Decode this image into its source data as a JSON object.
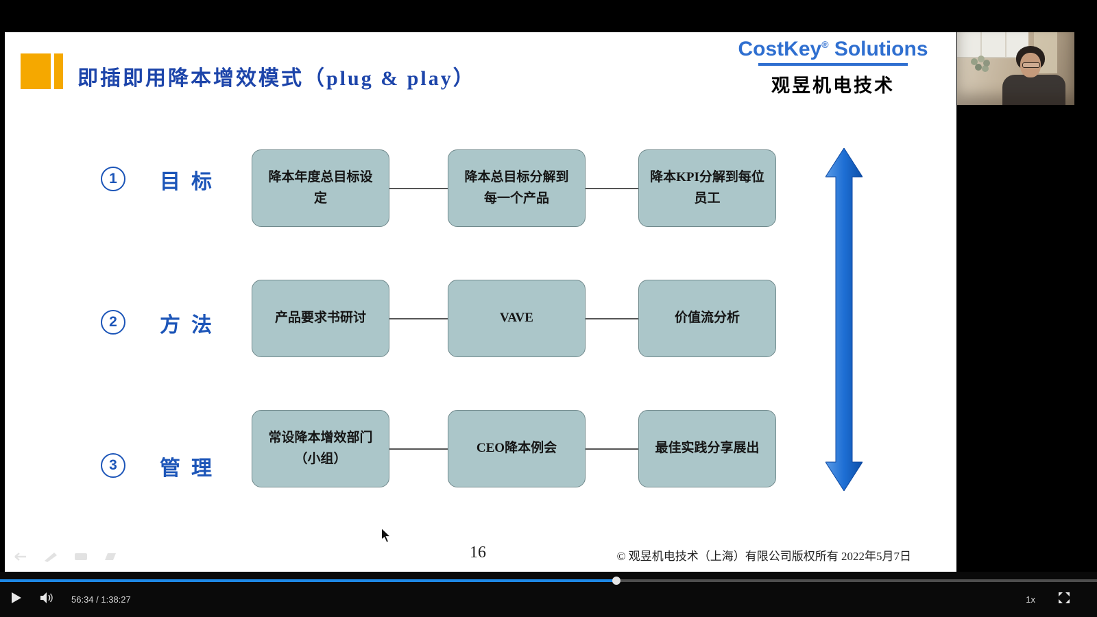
{
  "player": {
    "time": "56:34 / 1:38:27",
    "speed": "1x",
    "progress_pct": 56.2
  },
  "slide": {
    "title": "即插即用降本增效模式（plug & play）",
    "brand": {
      "name": "CostKey",
      "reg": "®",
      "suffix": " Solutions",
      "company_cn": "观昱机电技术"
    },
    "rows": [
      {
        "num": "1",
        "label": "目标",
        "boxes": [
          "降本年度总目标设定",
          "降本总目标分解到每一个产品",
          "降本KPI分解到每位员工"
        ]
      },
      {
        "num": "2",
        "label": "方法",
        "boxes": [
          "产品要求书研讨",
          "VAVE",
          "价值流分析"
        ]
      },
      {
        "num": "3",
        "label": "管理",
        "boxes": [
          "常设降本增效部门（小组）",
          "CEO降本例会",
          "最佳实践分享展出"
        ]
      }
    ],
    "page_number": "16",
    "copyright": "© 观昱机电技术（上海）有限公司版权所有 2022年5月7日"
  },
  "colors": {
    "accent_blue": "#1c55b8",
    "brand_blue": "#2f6fd0",
    "logo_orange": "#F5A800",
    "box_fill": "#abc6c9",
    "arrow_blue": "#1e6fd4",
    "progress_blue": "#1e88e5"
  }
}
